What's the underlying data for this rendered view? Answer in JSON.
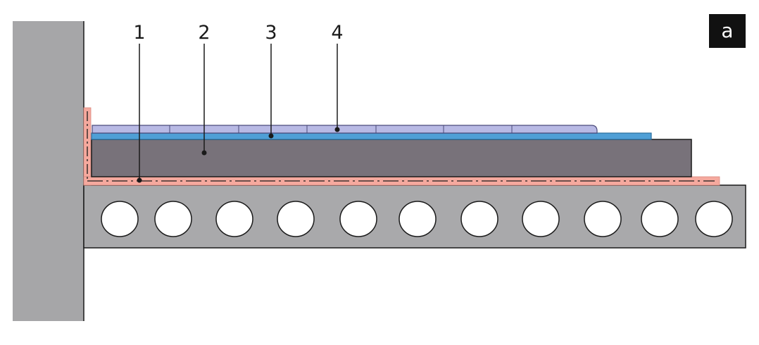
{
  "figure": {
    "badge_label": "a",
    "callouts": [
      {
        "label": "1"
      },
      {
        "label": "2"
      },
      {
        "label": "3"
      },
      {
        "label": "4"
      }
    ]
  },
  "colors": {
    "wall": "#a6a6a8",
    "slab": "#a9a9ab",
    "hollow": "#ffffff",
    "insulation": "#f5a99e",
    "screed": "#78727a",
    "membrane": "#4f9fd6",
    "tiles": "#b8b9e4",
    "outline": "#1a1a1a",
    "badge": "#111111"
  }
}
